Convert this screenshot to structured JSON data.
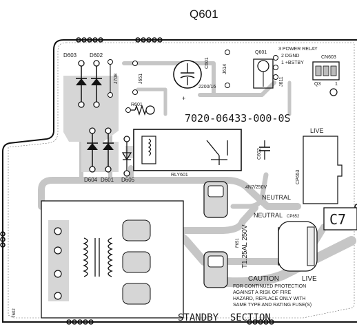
{
  "header": {
    "title": "Q601"
  },
  "board": {
    "part_number": "7020-06433-000-0S",
    "section_label": "STANDBY  SECTION",
    "box_label": "C7",
    "relay_pins": {
      "line1": "3 POWER RELAY",
      "line2": "2 DGND",
      "line3": "1 +BSTBY"
    },
    "caution": {
      "title": "CAUTION",
      "line1": "FOR CONTINUED PROTECTION",
      "line2": "AGAINST A RISK OF FIRE",
      "line3": "HAZARD, REPLACE ONLY WITH",
      "line4": "SAME TYPE AND RATING FUSE(S)"
    },
    "fuse": {
      "ref": "F651",
      "rating": "T1.25AL 250V"
    },
    "labels": {
      "d603": "D603",
      "d602": "D602",
      "d604": "D604",
      "d601": "D601",
      "d605": "D605",
      "j708": "J708",
      "j651": "J651",
      "r601": "R601",
      "c601": "C601",
      "cap_value": "2200/16",
      "cap_plus": "+",
      "j614": "J614",
      "q601": "Q601",
      "j611": "J611",
      "cn603": "CN603",
      "q3": "Q3",
      "pin1": "1",
      "live_top": "LIVE",
      "cp653": "CP653",
      "rly601": "RLY601",
      "c602": "C602",
      "c602_value": "4N7/250V",
      "neutral_top": "NEUTRAL",
      "neutral_mid": "NEUTRAL",
      "cp652": "CP652",
      "live_bottom": "LIVE",
      "t602": "T602"
    }
  }
}
